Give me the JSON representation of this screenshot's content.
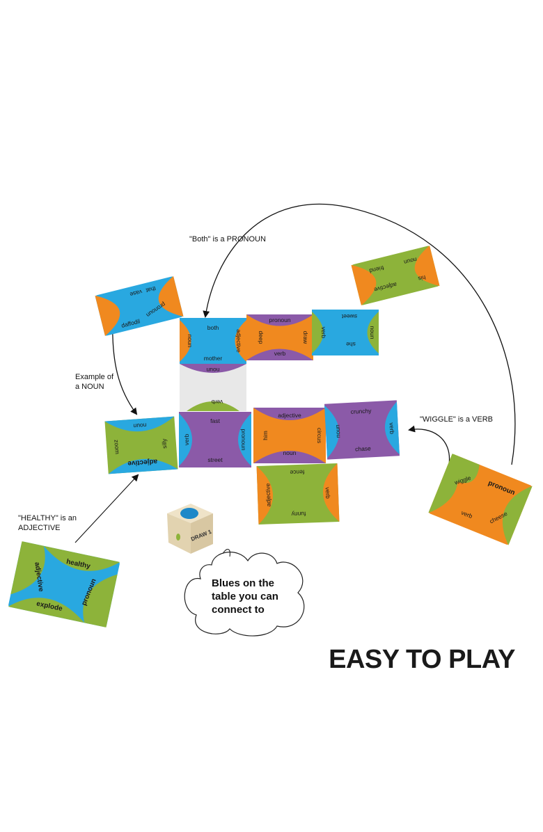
{
  "annotations": {
    "both_pronoun": "\"Both\" is a PRONOUN",
    "example_noun_line1": "Example of",
    "example_noun_line2": "a NOUN",
    "wiggle_verb": "\"WIGGLE\" is a VERB",
    "healthy_line1": "\"HEALTHY\" is an",
    "healthy_line2": "ADJECTIVE"
  },
  "cloud": {
    "line1": "Blues on the",
    "line2": "table you can",
    "line3": "connect to"
  },
  "die": {
    "label": "DRAW 1"
  },
  "headline": "EASY TO PLAY",
  "colors": {
    "blue": "#29a8e0",
    "green": "#8db33a",
    "orange": "#f0891f",
    "purple": "#8b5aa8"
  },
  "tiles": {
    "loose_top_left": {
      "top": "vase",
      "right": "pronoun",
      "bottom": "daffodil",
      "left": "that"
    },
    "loose_top_right": {
      "top": "noun",
      "right": "his",
      "bottom": "adjective",
      "left": "friend"
    },
    "t1": {
      "top": "both",
      "right": "adjective",
      "bottom": "mother",
      "left": "noun"
    },
    "t2": {
      "top": "pronoun",
      "right": "draw",
      "bottom": "verb",
      "left": "deep"
    },
    "t3": {
      "top": "sweet",
      "right": "noun",
      "bottom": "she",
      "left": "verb"
    },
    "t4": {
      "top": "noun",
      "bottom": "verb"
    },
    "m1": {
      "top": "noun",
      "right": "silly",
      "bottom": "adjective",
      "left": "zoom"
    },
    "m2": {
      "top": "fast",
      "right": "pronoun",
      "bottom": "street",
      "left": "verb"
    },
    "m3": {
      "top": "adjective",
      "right": "circus",
      "bottom": "noun",
      "left": "him"
    },
    "m4": {
      "top": "crunchy",
      "right": "verb",
      "bottom": "chase",
      "left": "noun"
    },
    "b1": {
      "top": "fence",
      "right": "verb",
      "bottom": "funny",
      "left": "adjective"
    },
    "wiggle_tile": {
      "top": "pronoun",
      "right": "cheese",
      "bottom": "verb",
      "left": "wiggle"
    },
    "healthy_tile": {
      "top": "healthy",
      "right": "pronoun",
      "bottom": "explode",
      "left": "adjective"
    }
  }
}
